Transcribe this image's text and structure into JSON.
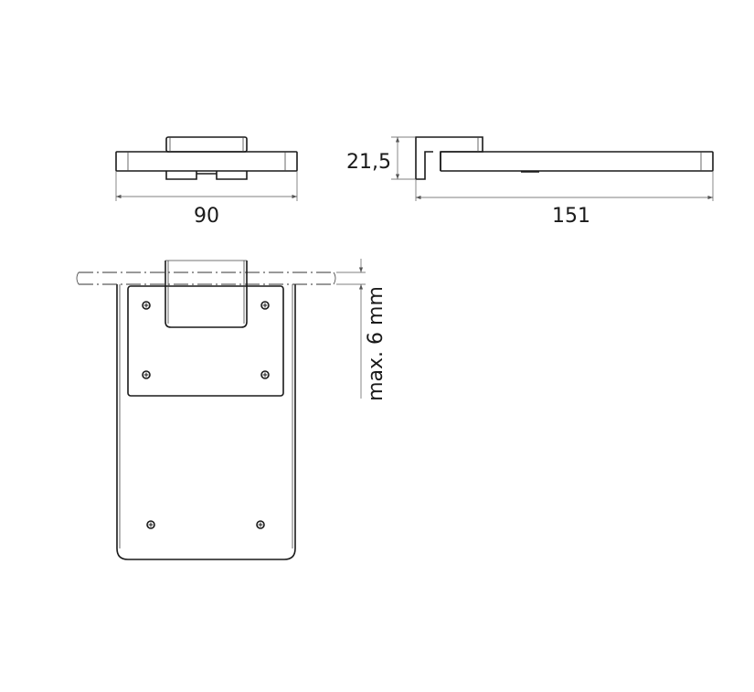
{
  "drawing": {
    "front_view": {
      "width_label": "90"
    },
    "side_view": {
      "height_label": "21,5",
      "length_label": "151"
    },
    "plan_view": {
      "gap_label": "max. 6 mm"
    }
  }
}
